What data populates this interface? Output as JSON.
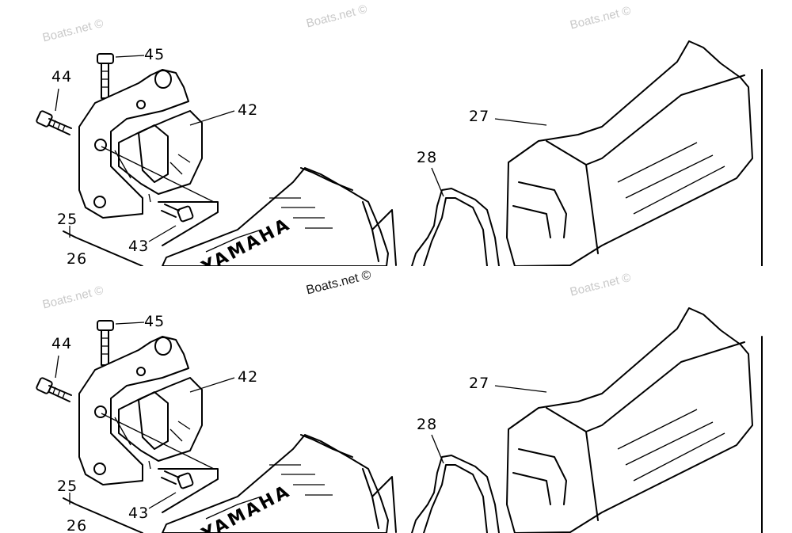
{
  "watermark": "Boats.net ©",
  "callouts": {
    "c44": "44",
    "c45": "45",
    "c42": "42",
    "c43": "43",
    "c25": "25",
    "c26": "26",
    "c27": "27",
    "c28": "28"
  },
  "engine_logo_text": "YAMAHA",
  "colors": {
    "line": "#000000",
    "watermark": "#c9c9c9",
    "background": "#ffffff"
  }
}
